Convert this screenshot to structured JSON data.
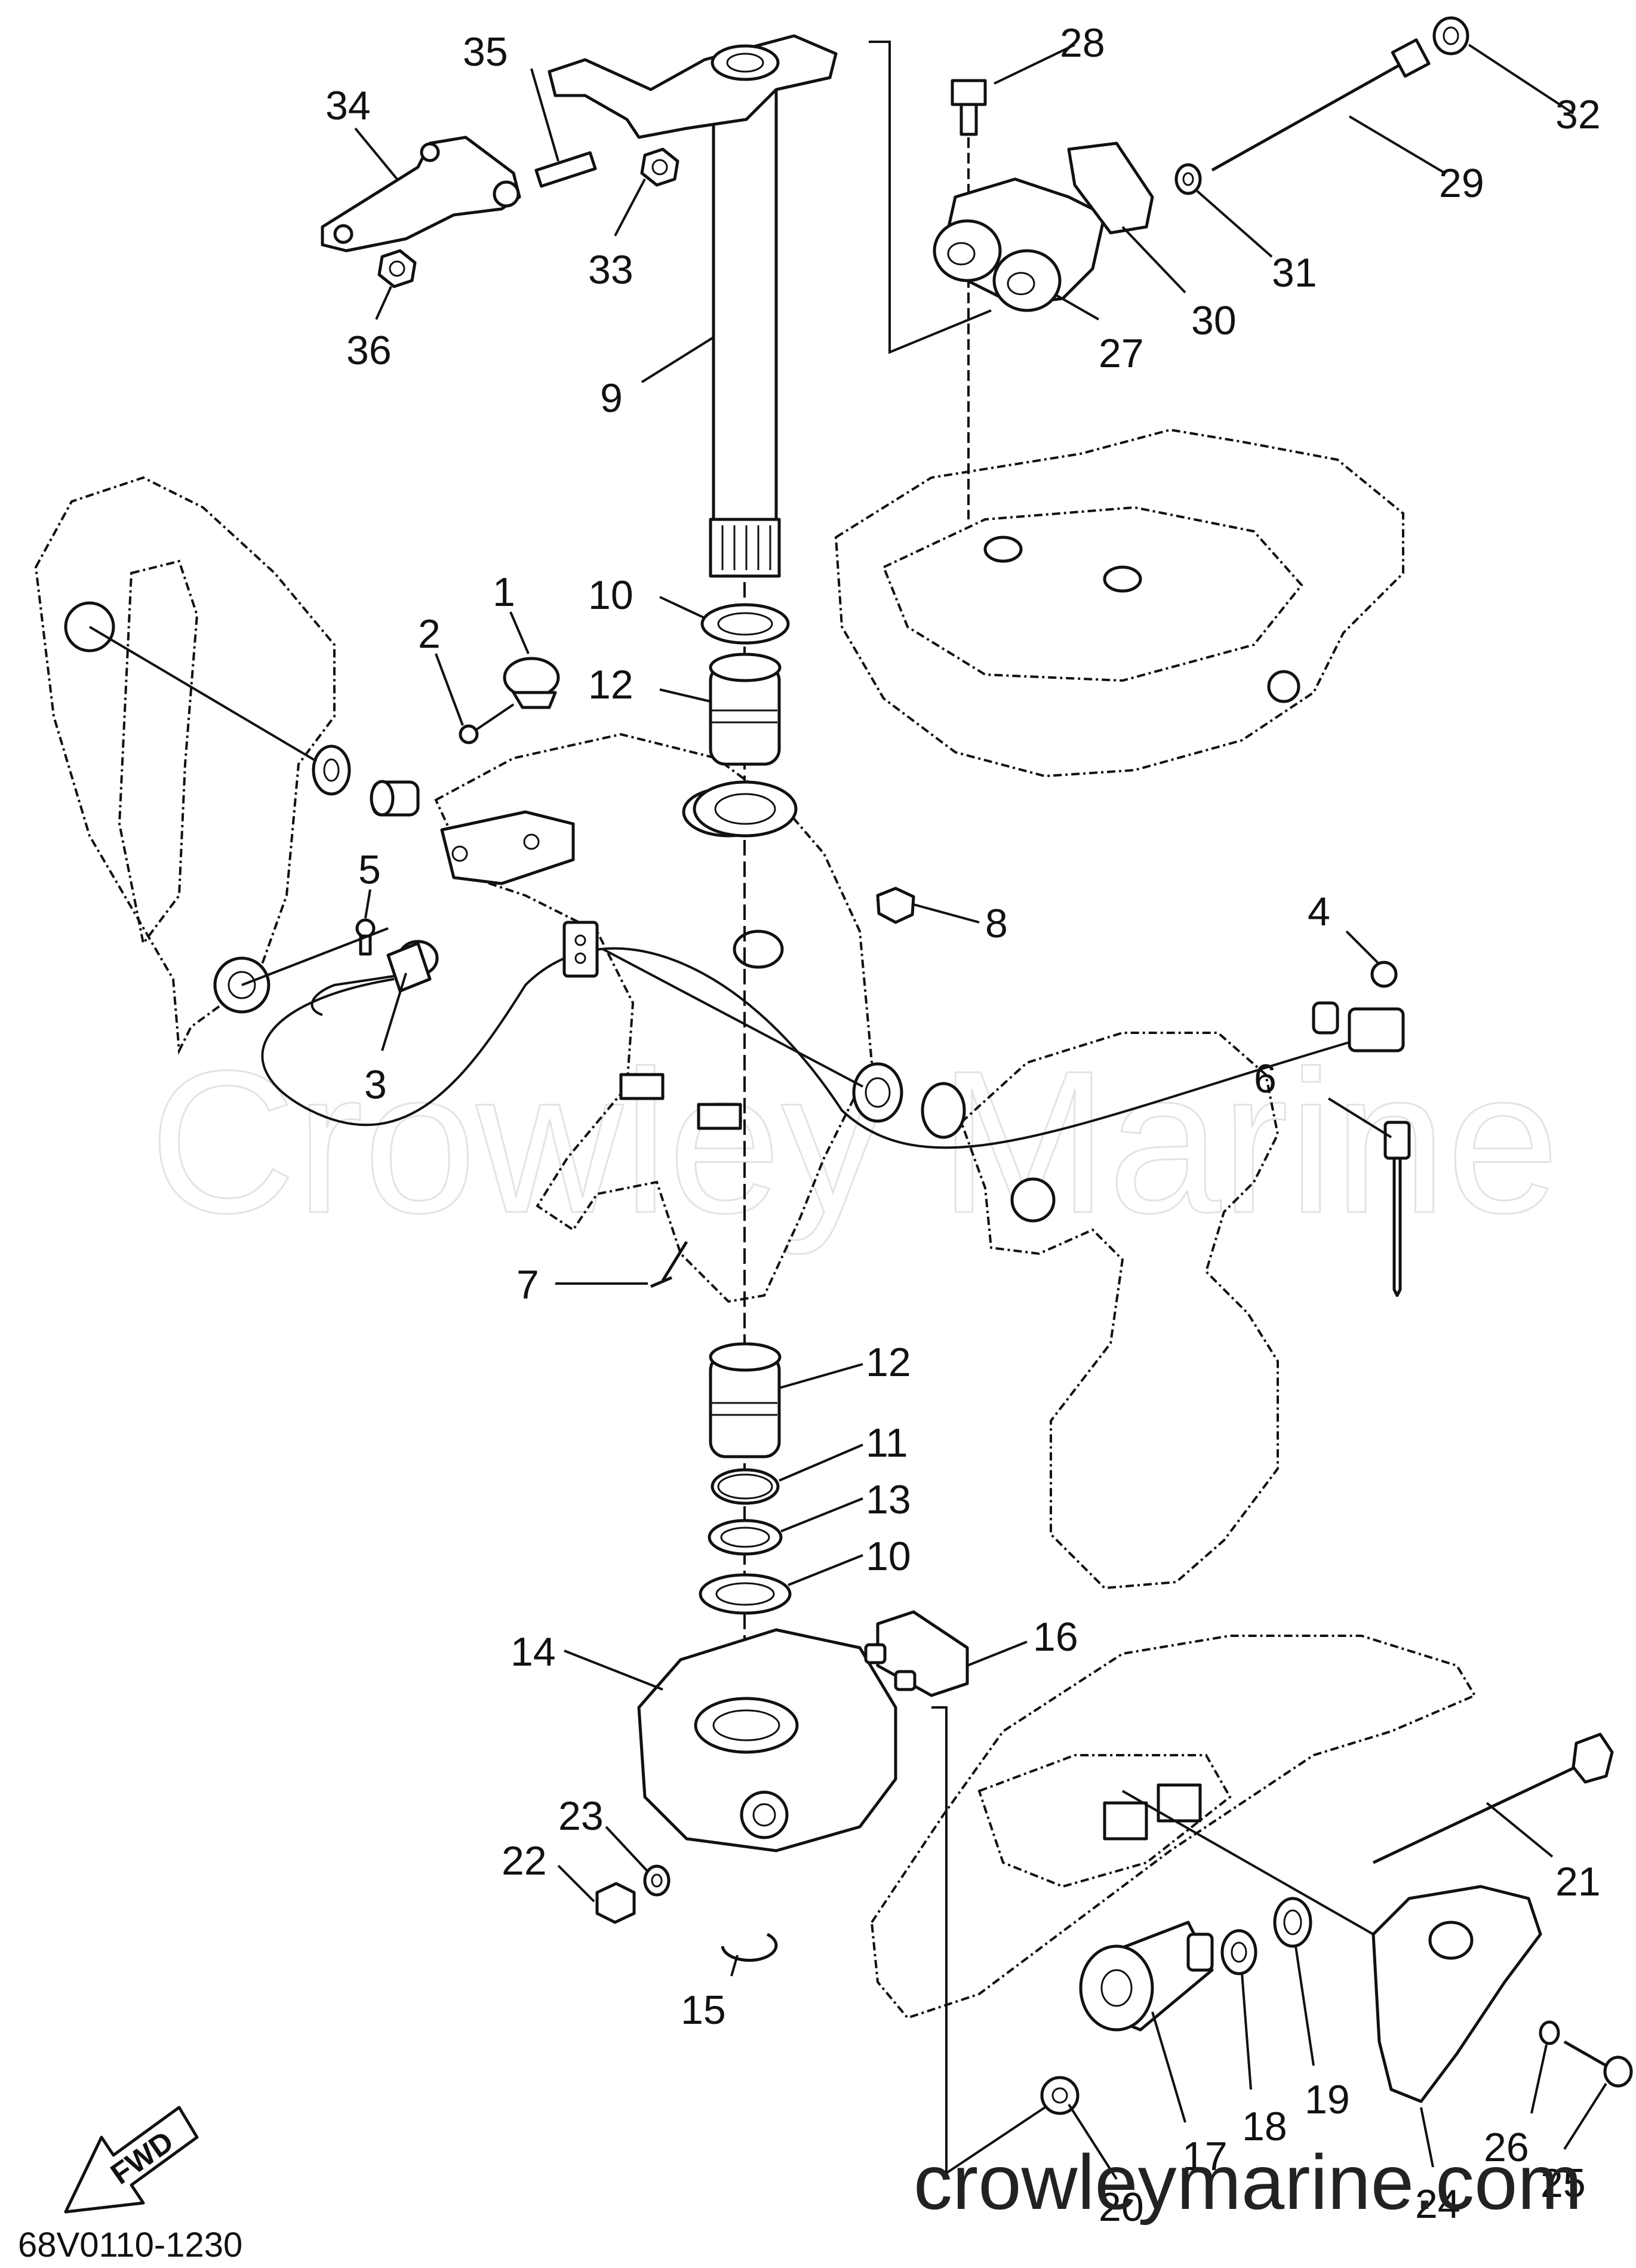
{
  "watermark": "Crowley Marine",
  "footer_url": "crowleymarine.com",
  "diagram_code": "68V0110-1230",
  "direction_marker": "FWD",
  "callouts": [
    {
      "id": "c1",
      "label": "1"
    },
    {
      "id": "c2",
      "label": "2"
    },
    {
      "id": "c3",
      "label": "3"
    },
    {
      "id": "c4",
      "label": "4"
    },
    {
      "id": "c5",
      "label": "5"
    },
    {
      "id": "c6",
      "label": "6"
    },
    {
      "id": "c7",
      "label": "7"
    },
    {
      "id": "c8",
      "label": "8"
    },
    {
      "id": "c9",
      "label": "9"
    },
    {
      "id": "c10a",
      "label": "10"
    },
    {
      "id": "c10b",
      "label": "10"
    },
    {
      "id": "c11",
      "label": "11"
    },
    {
      "id": "c12a",
      "label": "12"
    },
    {
      "id": "c12b",
      "label": "12"
    },
    {
      "id": "c13",
      "label": "13"
    },
    {
      "id": "c14",
      "label": "14"
    },
    {
      "id": "c15",
      "label": "15"
    },
    {
      "id": "c16",
      "label": "16"
    },
    {
      "id": "c17",
      "label": "17"
    },
    {
      "id": "c18",
      "label": "18"
    },
    {
      "id": "c19",
      "label": "19"
    },
    {
      "id": "c20",
      "label": "20"
    },
    {
      "id": "c21",
      "label": "21"
    },
    {
      "id": "c22",
      "label": "22"
    },
    {
      "id": "c23",
      "label": "23"
    },
    {
      "id": "c24",
      "label": "24"
    },
    {
      "id": "c25",
      "label": "25"
    },
    {
      "id": "c26",
      "label": "26"
    },
    {
      "id": "c27",
      "label": "27"
    },
    {
      "id": "c28",
      "label": "28"
    },
    {
      "id": "c29",
      "label": "29"
    },
    {
      "id": "c30",
      "label": "30"
    },
    {
      "id": "c31",
      "label": "31"
    },
    {
      "id": "c32",
      "label": "32"
    },
    {
      "id": "c33",
      "label": "33"
    },
    {
      "id": "c34",
      "label": "34"
    },
    {
      "id": "c35",
      "label": "35"
    },
    {
      "id": "c36",
      "label": "36"
    }
  ]
}
